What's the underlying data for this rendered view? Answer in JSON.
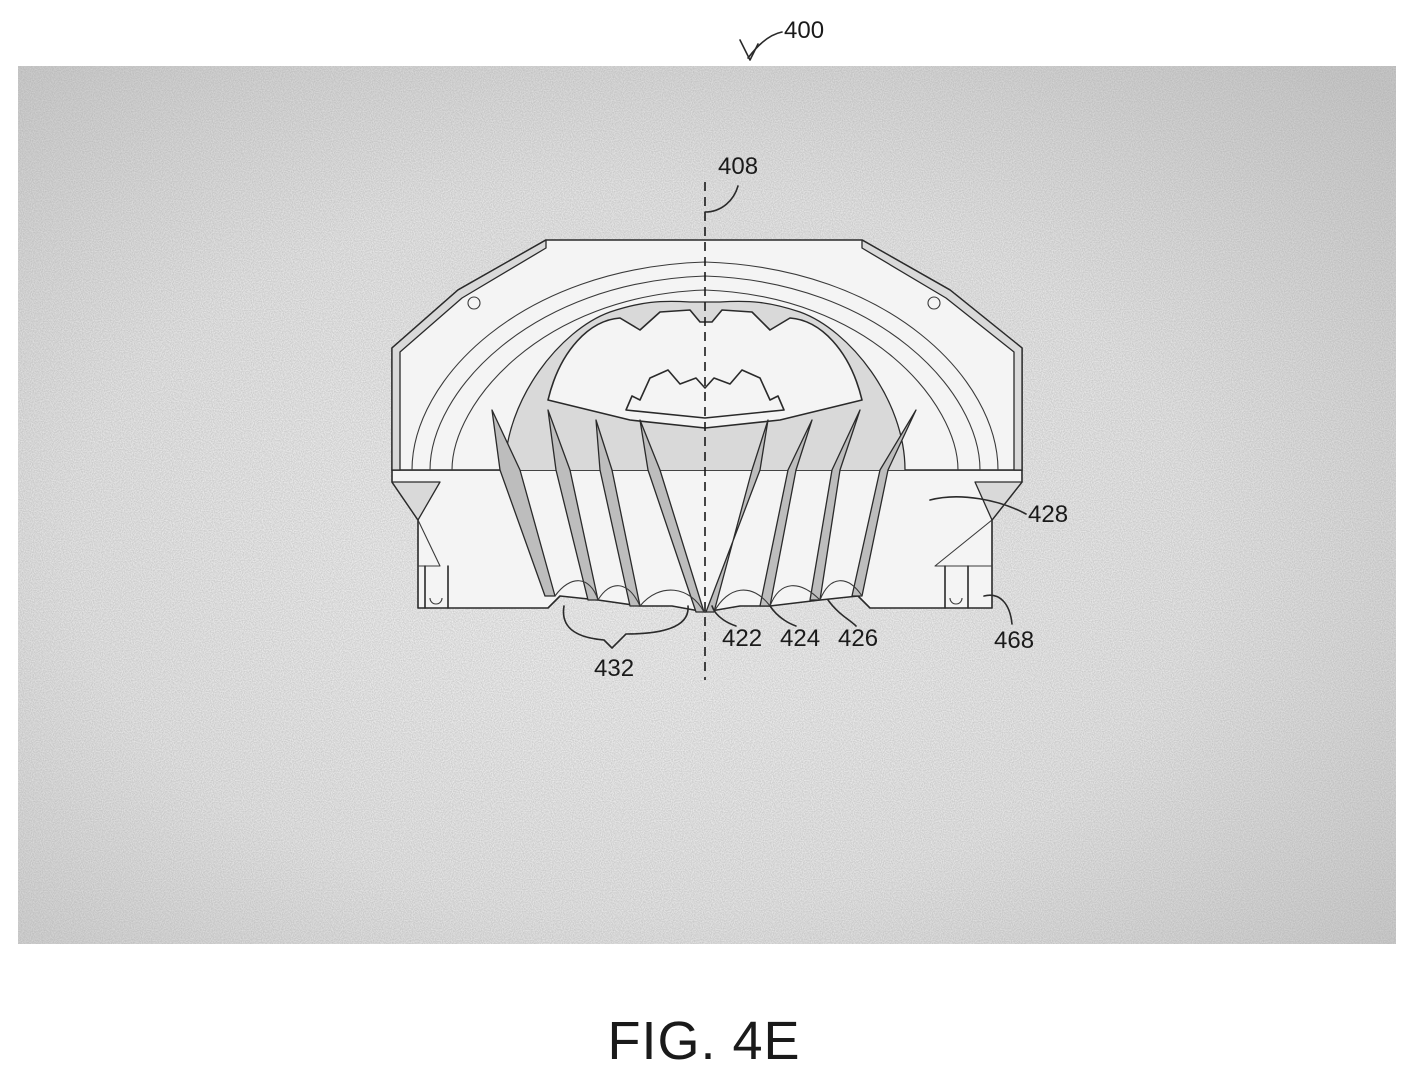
{
  "figure": {
    "title": "FIG. 4E",
    "ref_numerals": {
      "assembly": "400",
      "axis": "408",
      "vane_inner": "422",
      "vane_middle": "424",
      "vane_outer": "426",
      "housing_face": "428",
      "slot": "468",
      "cavities": "432"
    }
  },
  "colors": {
    "background_gradient_light": "#ececec",
    "background_gradient_dark": "#c8c8c8",
    "line": "#2a2a2a"
  }
}
